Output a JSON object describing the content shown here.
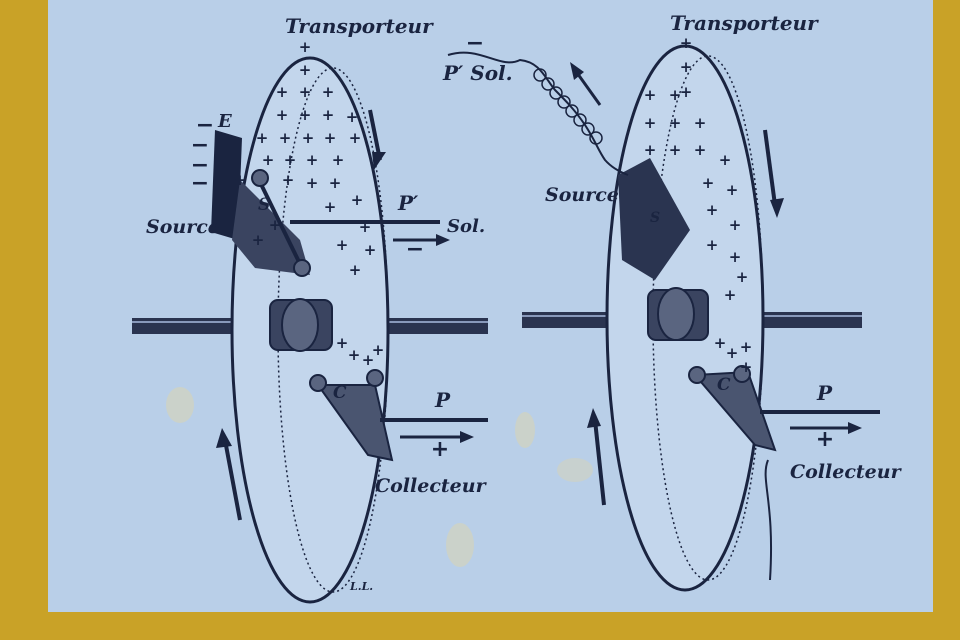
{
  "labels": {
    "transporteur": "Transporteur",
    "source": "Source",
    "collecteur": "Collecteur",
    "sol": "Sol.",
    "p_prime": "P′",
    "p_prime_sol": "P′ Sol.",
    "p": "P",
    "s": "S",
    "c": "C",
    "e": "E",
    "signature": "L.L."
  },
  "signs": {
    "plus": "+",
    "minus": "−"
  },
  "colors": {
    "paper": "#b9cfe8",
    "ink": "#1a2440",
    "frame": "#c9a227"
  }
}
